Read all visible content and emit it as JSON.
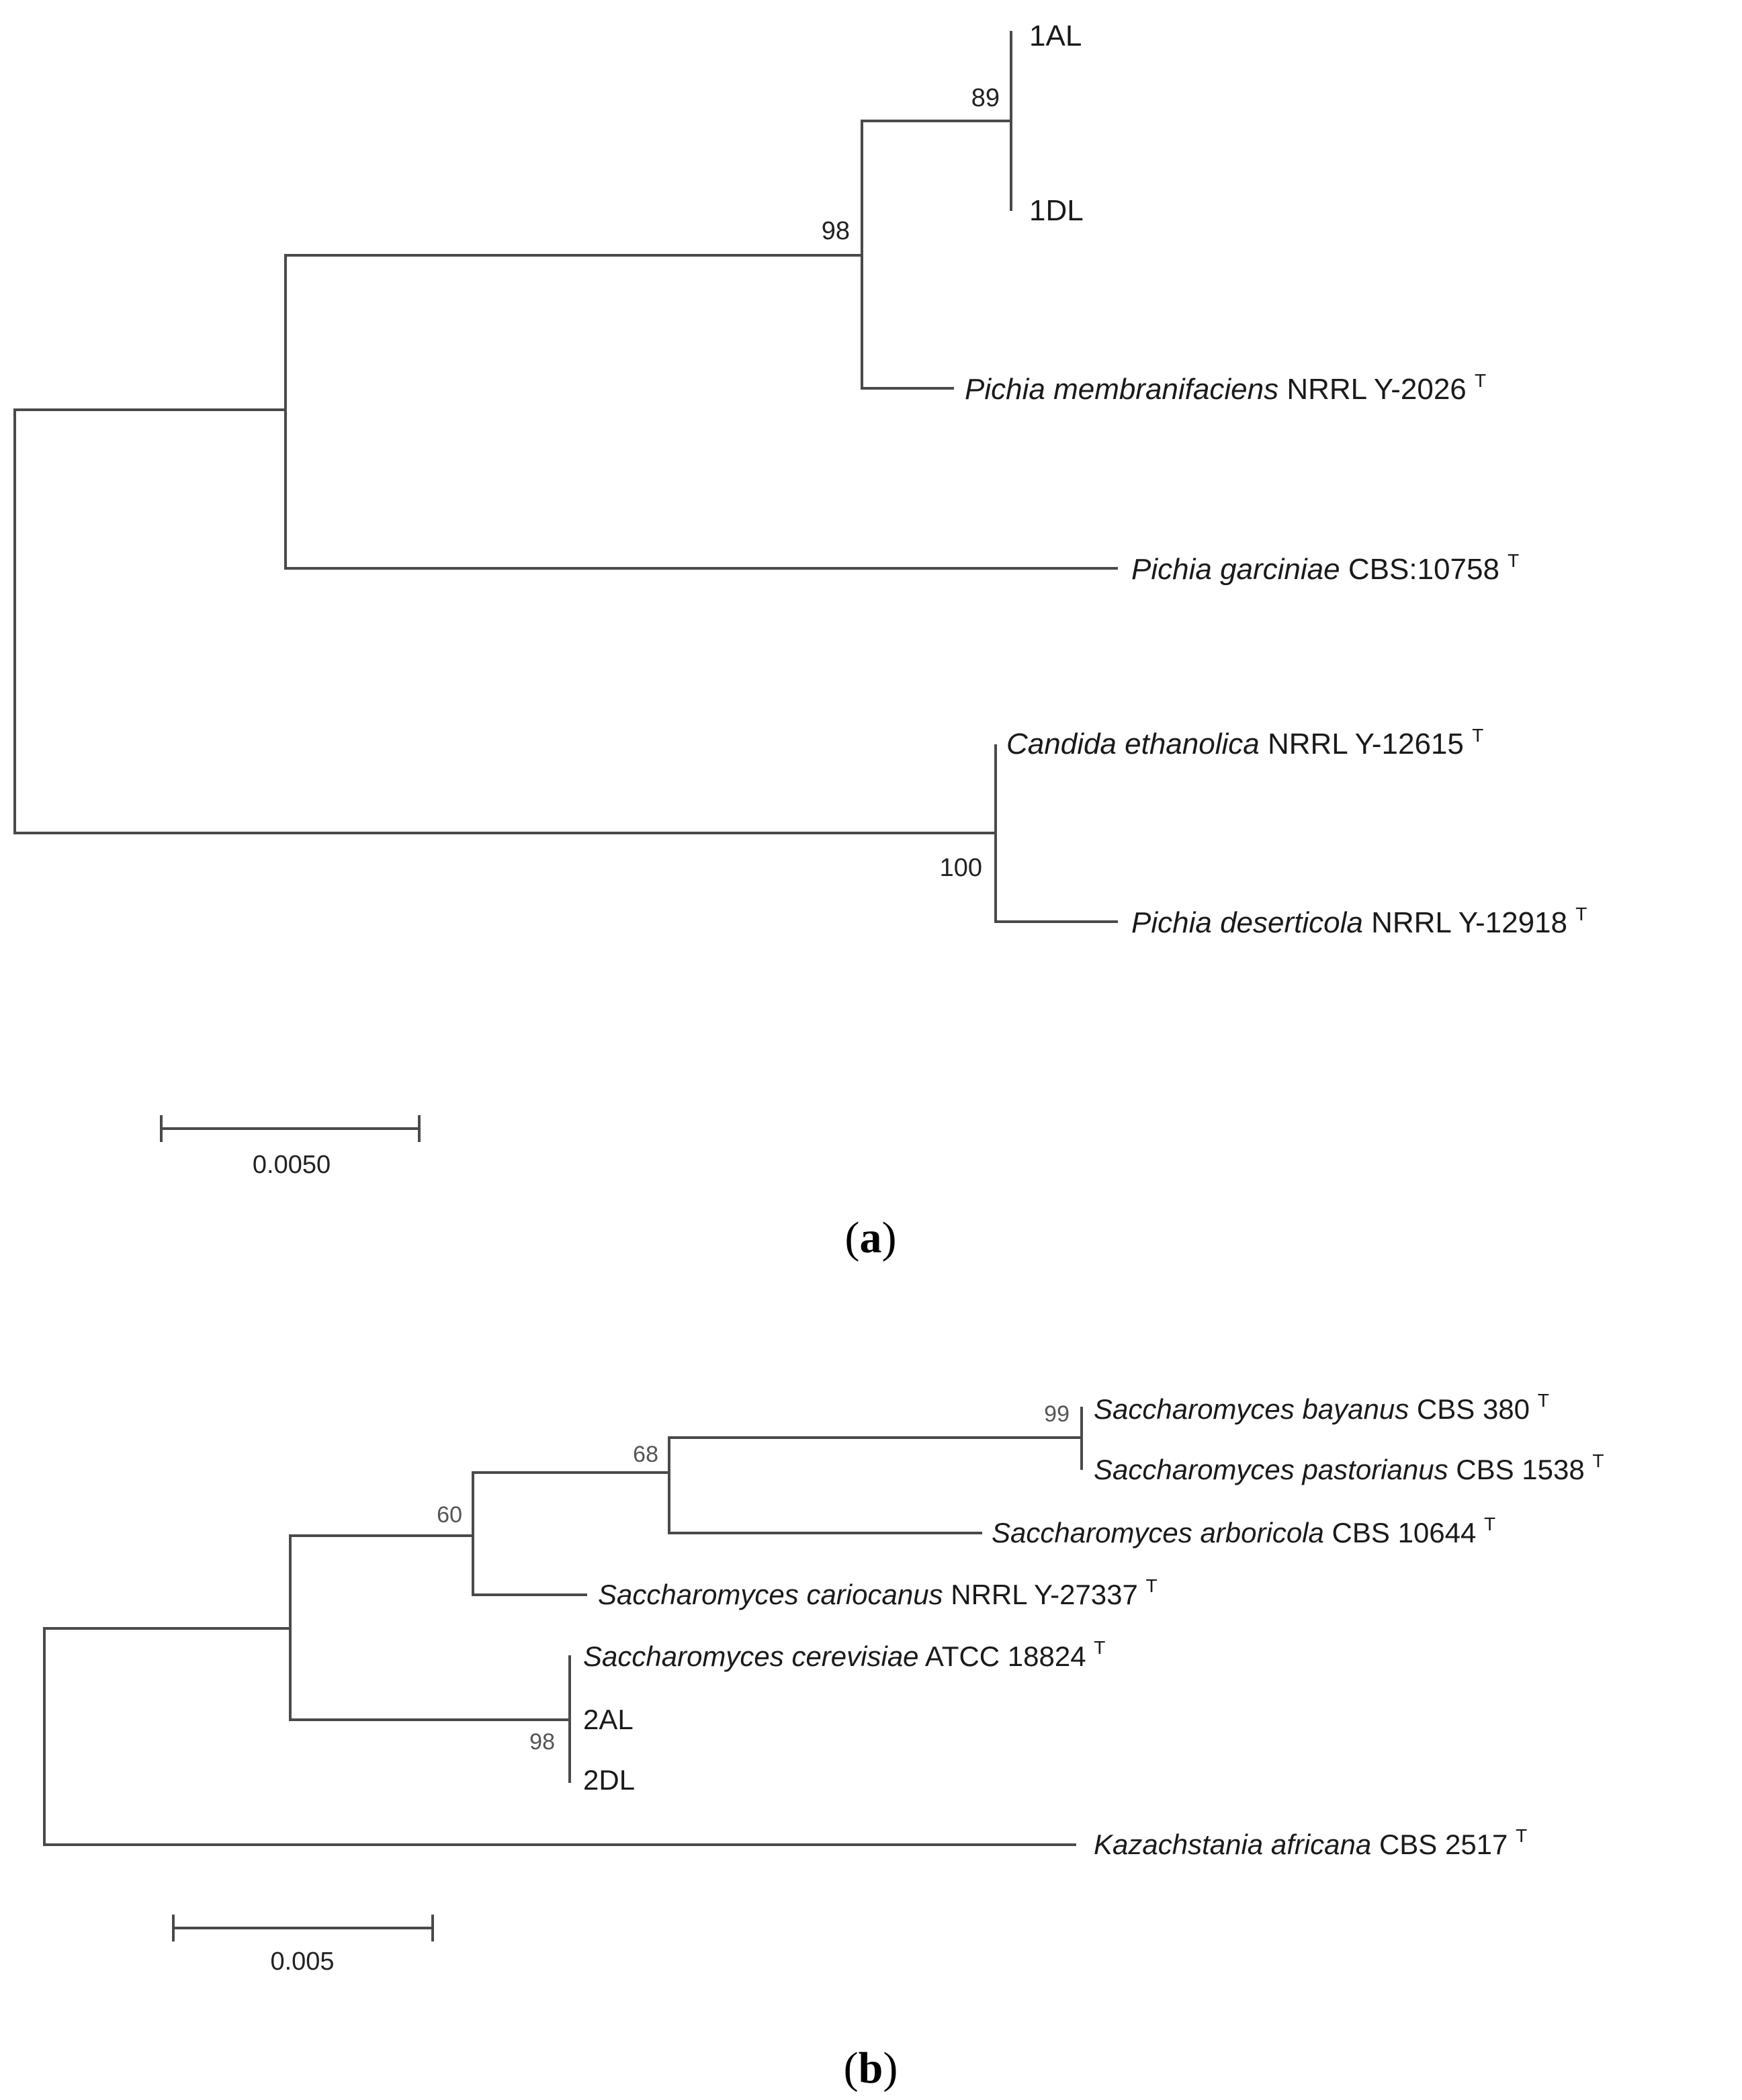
{
  "panel_a": {
    "panel_label": {
      "open": "(",
      "letter": "a",
      "close": ")"
    },
    "taxa": {
      "t1": {
        "name": "",
        "strain": "1AL",
        "type_mark": ""
      },
      "t2": {
        "name": "",
        "strain": "1DL",
        "type_mark": ""
      },
      "t3": {
        "name": "Pichia membranifaciens",
        "strain": "NRRL Y-2026",
        "type_mark": "T"
      },
      "t4": {
        "name": "Pichia garciniae",
        "strain": "CBS:10758",
        "type_mark": "T"
      },
      "t5": {
        "name": "Candida ethanolica",
        "strain": "NRRL Y-12615",
        "type_mark": "T"
      },
      "t6": {
        "name": "Pichia deserticola",
        "strain": "NRRL Y-12918",
        "type_mark": "T"
      }
    },
    "bootstrap": {
      "n89": "89",
      "n98": "98",
      "n100": "100"
    },
    "scale_bar": {
      "label": "0.0050"
    }
  },
  "panel_b": {
    "panel_label": {
      "open": "(",
      "letter": "b",
      "close": ")"
    },
    "taxa": {
      "t1": {
        "name": "Saccharomyces bayanus",
        "strain": "CBS 380",
        "type_mark": "T"
      },
      "t2": {
        "name": "Saccharomyces pastorianus",
        "strain": "CBS 1538",
        "type_mark": "T"
      },
      "t3": {
        "name": "Saccharomyces arboricola",
        "strain": "CBS 10644",
        "type_mark": "T"
      },
      "t4": {
        "name": "Saccharomyces cariocanus",
        "strain": "NRRL Y-27337",
        "type_mark": "T"
      },
      "t5": {
        "name": "Saccharomyces cerevisiae",
        "strain": "ATCC 18824",
        "type_mark": "T"
      },
      "t6": {
        "name": "",
        "strain": "2AL",
        "type_mark": ""
      },
      "t7": {
        "name": "",
        "strain": "2DL",
        "type_mark": ""
      },
      "t8": {
        "name": "Kazachstania africana",
        "strain": "CBS 2517",
        "type_mark": "T"
      }
    },
    "bootstrap": {
      "n99": "99",
      "n68": "68",
      "n60": "60",
      "n98": "98"
    },
    "scale_bar": {
      "label": "0.005"
    }
  }
}
